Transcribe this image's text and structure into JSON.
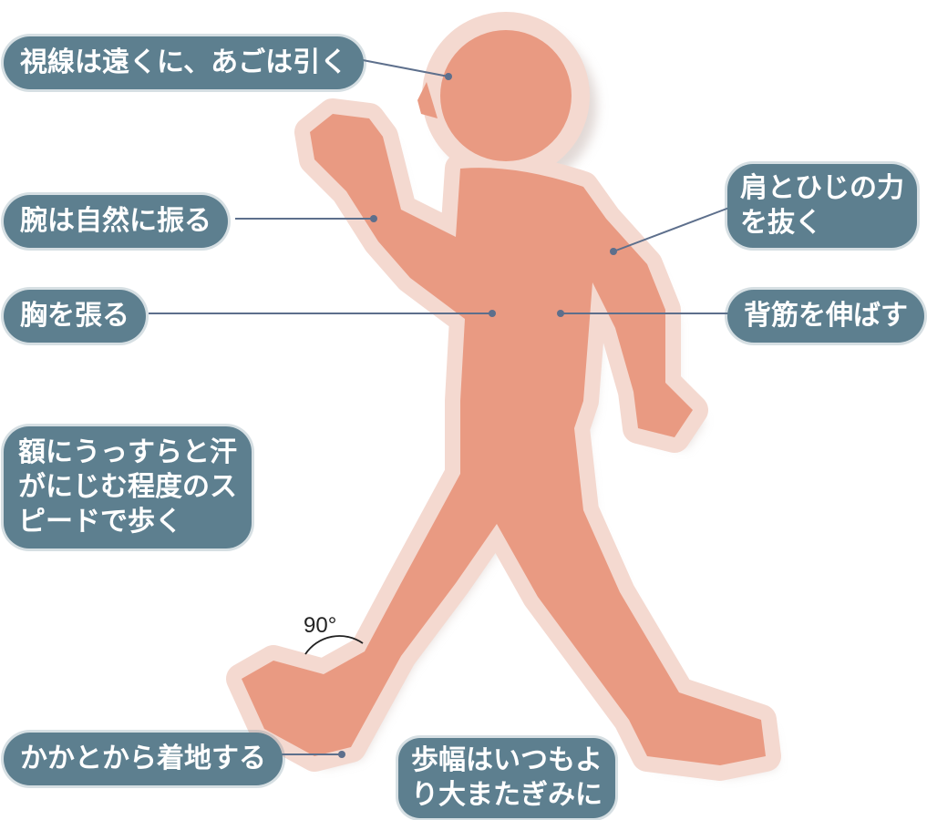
{
  "colors": {
    "figure_fill": "#e99a82",
    "figure_halo": "#f4d9d0",
    "figure_shadow": "#c9b9b4",
    "label_bg": "#5d7f8f",
    "label_text": "#ffffff",
    "leader_line": "#5d6f8c"
  },
  "labels": {
    "gaze": "視線は遠くに、あごは引く",
    "arms": "腕は自然に振る",
    "shoulders_line1": "肩とひじの力",
    "shoulders_line2": "を抜く",
    "chest": "胸を張る",
    "back": "背筋を伸ばす",
    "speed_line1": "額にうっすらと汗",
    "speed_line2": "がにじむ程度のス",
    "speed_line3": "ピードで歩く",
    "heel": "かかとから着地する",
    "stride_line1": "歩幅はいつもよ",
    "stride_line2": "り大またぎみに",
    "angle": "90°"
  }
}
